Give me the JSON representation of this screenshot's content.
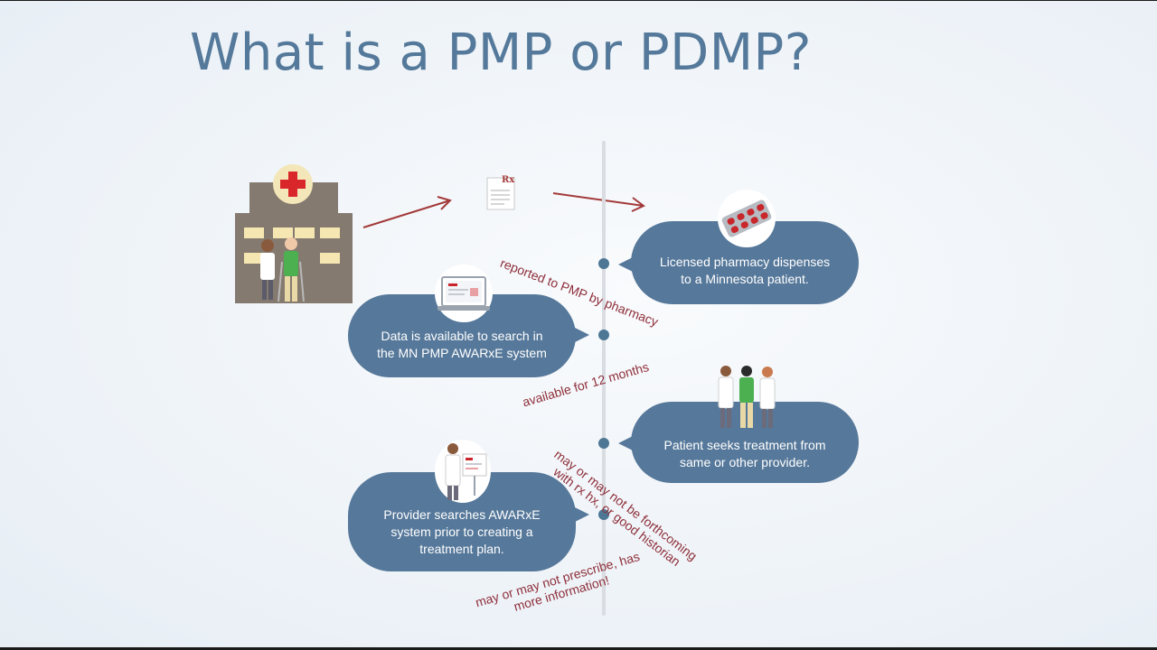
{
  "slide": {
    "title": "What is a PMP or PDMP?"
  },
  "steps": [
    {
      "text": "Licensed pharmacy dispenses to a Minnesota patient.",
      "icon": "pill-blister-icon"
    },
    {
      "text": "Data is available to search in the MN PMP AWARxE system",
      "icon": "laptop-icon"
    },
    {
      "text": "Patient seeks treatment from same or other provider.",
      "icon": "patient-group-icon"
    },
    {
      "text": "Provider searches AWARxE system prior to creating a treatment plan.",
      "icon": "provider-chart-icon"
    }
  ],
  "annotations": {
    "reported": "reported to PMP by pharmacy",
    "available": "available for 12 months",
    "forthcoming_1": "may or may not be forthcoming",
    "forthcoming_2": "with rx hx, or good historian",
    "prescribe_1": "may or may not prescribe, has",
    "prescribe_2": "more information!"
  },
  "prescription_symbol": "Rx",
  "colors": {
    "title": "#55799a",
    "bubble": "#56789a",
    "annotation": "#8e2f3a",
    "arrow": "#a33a3a",
    "timeline": "#d9dde2"
  }
}
